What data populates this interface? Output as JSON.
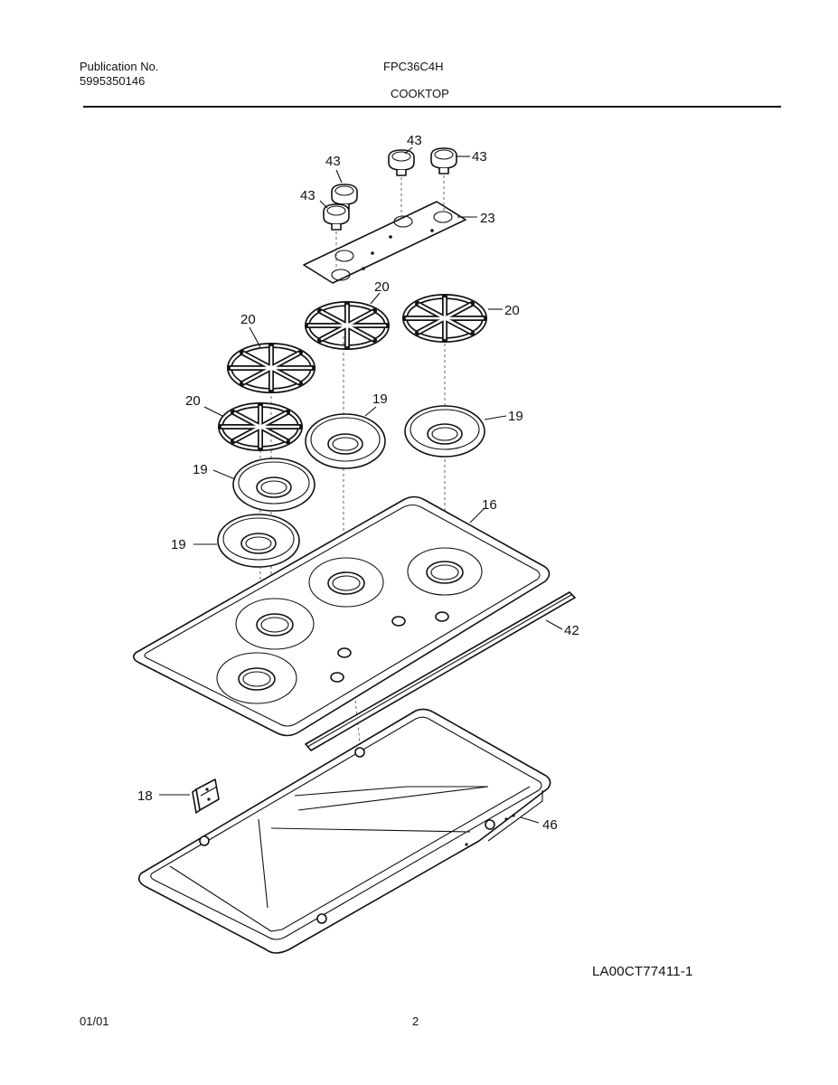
{
  "header": {
    "publication_label": "Publication No.",
    "publication_number": "5995350146",
    "model": "FPC36C4H",
    "section": "COOKTOP"
  },
  "footer": {
    "drawing_id": "LA00CT77411-1",
    "date": "01/01",
    "page": "2"
  },
  "callouts": {
    "knob_a": "43",
    "knob_b": "43",
    "knob_c": "43",
    "knob_d": "43",
    "panel": "23",
    "grate_rb": "20",
    "grate_rm": "20",
    "grate_lb": "20",
    "grate_lf": "20",
    "bowl_rb": "19",
    "bowl_rm": "19",
    "bowl_lb": "19",
    "bowl_lf": "19",
    "top": "16",
    "trim": "42",
    "bracket": "18",
    "pan": "46"
  }
}
